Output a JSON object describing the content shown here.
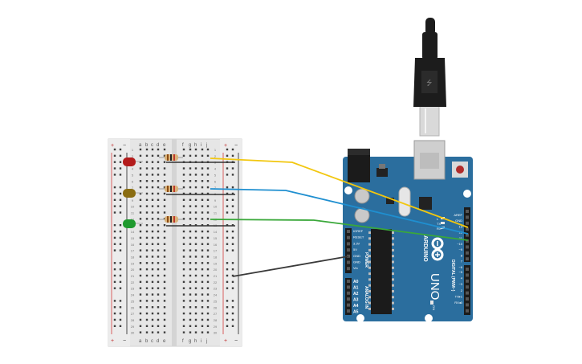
{
  "breadboard": {
    "rail_plus": "+",
    "rail_minus": "−",
    "columns_left": [
      "a",
      "b",
      "c",
      "d",
      "e"
    ],
    "columns_right": [
      "f",
      "g",
      "h",
      "i",
      "j"
    ],
    "row_count": 30
  },
  "leds": [
    {
      "name": "red-led",
      "color": "#b31b1b"
    },
    {
      "name": "yellow-led",
      "color": "#8a6d12"
    },
    {
      "name": "green-led",
      "color": "#1f9a2e"
    }
  ],
  "wires": {
    "yellow": "#f2c70f",
    "blue": "#1f8fd0",
    "green": "#3aa83a",
    "black": "#3a3a3a"
  },
  "arduino": {
    "board_color": "#2b6e9e",
    "name": "UNO",
    "logo": "ARDUINO",
    "digital_label": "DIGITAL (PWM~)",
    "power_label": "POWER",
    "analog_label": "ANALOG IN",
    "on_label": "ON",
    "tx_led": "TX",
    "rx_led": "RX",
    "l_led": "L",
    "power_pins": [
      "IOREF",
      "RESET",
      "3.3V",
      "5V",
      "GND",
      "GND",
      "Vin"
    ],
    "analog_pins": [
      "A0",
      "A1",
      "A2",
      "A3",
      "A4",
      "A5"
    ],
    "digital_pins": [
      "AREF",
      "GND",
      "13",
      "12",
      "~11",
      "~10",
      "~9",
      "8",
      "7",
      "~6",
      "~5",
      "4",
      "~3",
      "2",
      "TX▸1",
      "RX◂0"
    ]
  },
  "usb_cable": {
    "color": "#1c1c1c"
  }
}
